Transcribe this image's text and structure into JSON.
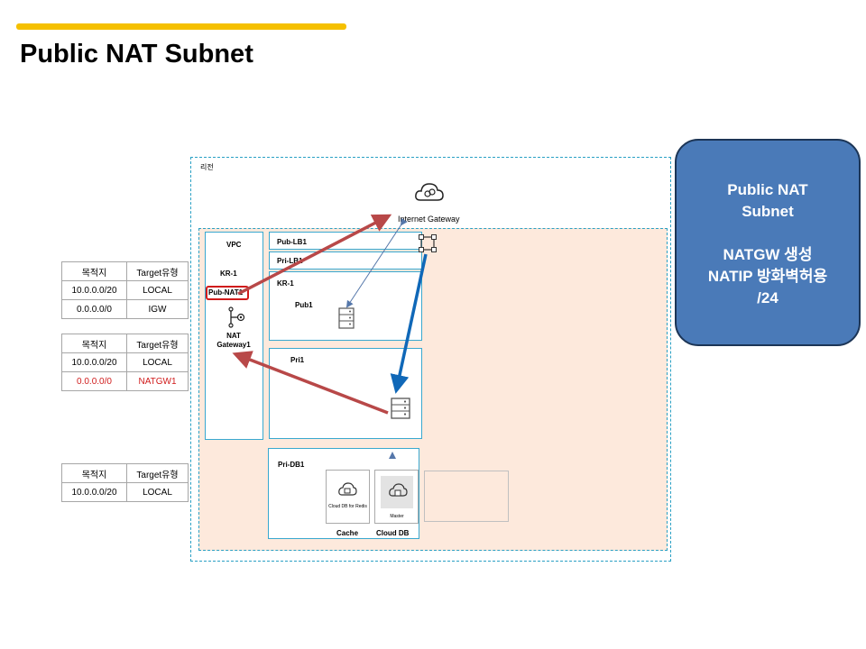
{
  "slide": {
    "title": "Public NAT Subnet"
  },
  "diagram": {
    "region_label": "리전",
    "internet_gateway_label": "Internet Gateway",
    "vpc_label": "VPC",
    "zone_left_label": "KR-1",
    "pub_nat_label": "Pub-NAT1",
    "nat_gateway_label": "NAT Gateway1",
    "pub_lb_label": "Pub-LB1",
    "pri_lb_label": "Pri-LB1",
    "zone_right_label": "KR-1",
    "pub_subnet_label": "Pub1",
    "pri_subnet_label": "Pri1",
    "pri_db_label": "Pri-DB1",
    "redis_label": "Cloud DB for Redis",
    "master_label": "Master",
    "cache_label": "Cache",
    "cloud_db_label": "Cloud DB",
    "colors": {
      "traffic_out": "#b84848",
      "traffic_in": "#1068b8",
      "highlight": "#d01b1b"
    }
  },
  "route_tables": [
    {
      "header": [
        "목적지",
        "Target유형"
      ],
      "rows": [
        [
          "10.0.0.0/20",
          "LOCAL"
        ],
        [
          "0.0.0.0/0",
          "IGW"
        ]
      ]
    },
    {
      "header": [
        "목적지",
        "Target유형"
      ],
      "rows": [
        [
          "10.0.0.0/20",
          "LOCAL"
        ],
        [
          "0.0.0.0/0",
          "NATGW1"
        ]
      ]
    },
    {
      "header": [
        "목적지",
        "Target유형"
      ],
      "rows": [
        [
          "10.0.0.0/20",
          "LOCAL"
        ]
      ]
    }
  ],
  "callout": {
    "line1": "Public NAT",
    "line2": "Subnet",
    "line3": "NATGW 생성",
    "line4": "NATIP 방화벽허용",
    "line5": "/24"
  }
}
